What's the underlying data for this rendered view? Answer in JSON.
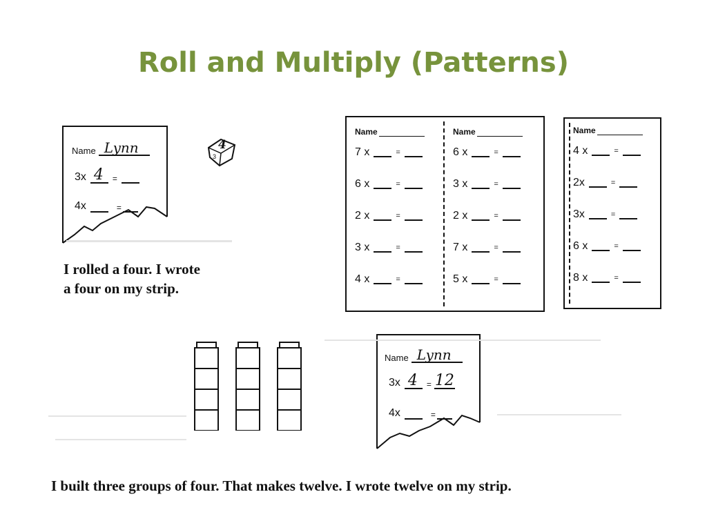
{
  "slide": {
    "title": "Roll and Multiply (Patterns)",
    "caption_top": [
      "I rolled a four. I wrote",
      "a four on my strip."
    ],
    "caption_bottom": "I built three groups of four. That makes twelve. I wrote twelve on my strip."
  },
  "strip_top": {
    "name_label": "Name",
    "name_value": "Lynn",
    "line1": {
      "factor": "3x",
      "filled": "4",
      "equals": "="
    },
    "line2": {
      "factor": "4x",
      "equals": "="
    }
  },
  "die": {
    "face_value": "4",
    "corner_value": "3"
  },
  "strip_bottom": {
    "name_label": "Name",
    "name_value": "Lynn",
    "line1": {
      "factor": "3x",
      "filled": "4",
      "equals": "=",
      "result": "12"
    },
    "line2": {
      "factor": "4x",
      "equals": "="
    }
  },
  "sheet_a": {
    "col1": {
      "name_label": "Name",
      "rows": [
        "7 x",
        "6 x",
        "2 x",
        "3 x",
        "4 x"
      ]
    },
    "col2": {
      "name_label": "Name",
      "rows": [
        "6 x",
        "3 x",
        "2 x",
        "7 x",
        "5 x"
      ]
    }
  },
  "sheet_b": {
    "name_label": "Name",
    "rows": [
      "4 x",
      "2x",
      "3x",
      "6 x",
      "8 x"
    ]
  },
  "cubes": {
    "groups": 3,
    "per_group": 4
  }
}
